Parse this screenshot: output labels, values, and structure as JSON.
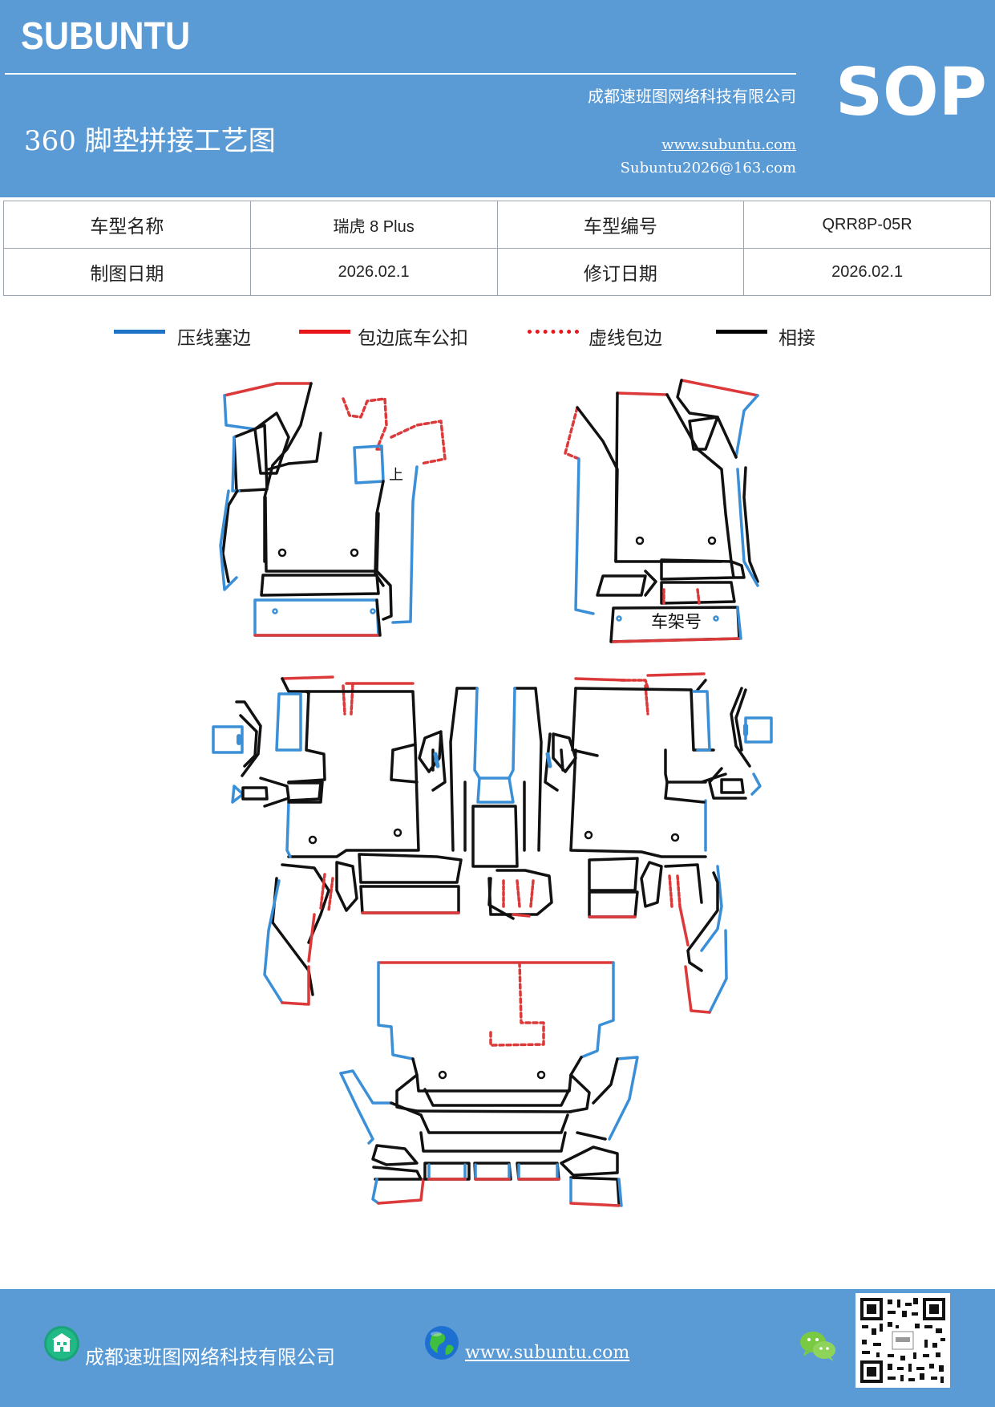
{
  "header": {
    "brand": "SUBUNTU",
    "company": "成都速班图网络科技有限公司",
    "title": "360 脚垫拼接工艺图",
    "website": "www.subuntu.com",
    "email": "Subuntu2026@163.com",
    "badge": "SOP",
    "background_color": "#5b9bd5"
  },
  "info_table": [
    [
      "车型名称",
      "瑞虎 8 Plus",
      "车型编号",
      "QRR8P-05R"
    ],
    [
      "制图日期",
      "2026.02.1",
      "修订日期",
      "2026.02.1"
    ]
  ],
  "legend": [
    {
      "label": "压线塞边",
      "style": "solid",
      "color": "#1f73c7"
    },
    {
      "label": "包边底车公扣",
      "style": "solid",
      "color": "#e8161b"
    },
    {
      "label": "虚线包边",
      "style": "dotted",
      "color": "#e8161b"
    },
    {
      "label": "相接",
      "style": "solid",
      "color": "#000000"
    }
  ],
  "drawing": {
    "label_up": "上",
    "label_vin": "车架号",
    "colors": {
      "press": "#3a8fd6",
      "wrap": "#dc3a3a",
      "join": "#111111"
    }
  },
  "footer": {
    "company": "成都速班图网络科技有限公司",
    "website": "www.subuntu.com",
    "icons": [
      "building-icon",
      "globe-icon",
      "wechat-icon",
      "qr-code"
    ]
  }
}
